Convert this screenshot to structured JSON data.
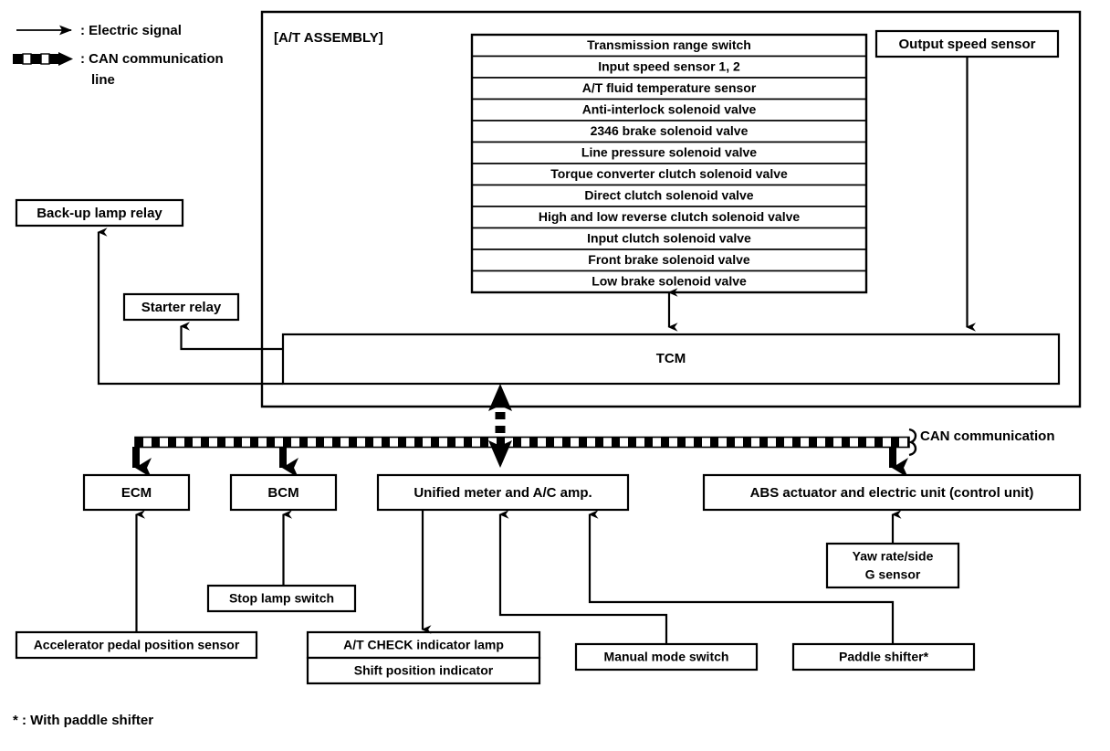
{
  "legend": {
    "electric_signal": ": Electric signal",
    "can_line_1": ": CAN communication",
    "can_line_2": "line"
  },
  "assembly": {
    "title": "[A/T ASSEMBLY]"
  },
  "component_list": {
    "items": [
      "Transmission range switch",
      "Input speed sensor 1, 2",
      "A/T fluid temperature sensor",
      "Anti-interlock solenoid valve",
      "2346 brake solenoid valve",
      "Line pressure solenoid valve",
      "Torque converter clutch solenoid valve",
      "Direct clutch solenoid valve",
      "High and low reverse clutch solenoid valve",
      "Input clutch solenoid valve",
      "Front brake solenoid valve",
      "Low brake solenoid valve"
    ]
  },
  "nodes": {
    "output_speed_sensor": "Output speed sensor",
    "tcm": "TCM",
    "backup_lamp_relay": "Back-up lamp relay",
    "starter_relay": "Starter relay",
    "ecm": "ECM",
    "bcm": "BCM",
    "unified_meter": "Unified meter and A/C amp.",
    "abs_actuator": "ABS actuator and electric unit (control unit)",
    "accelerator_pedal_sensor": "Accelerator pedal position sensor",
    "stop_lamp_switch": "Stop lamp switch",
    "at_check_indicator": "A/T CHECK indicator lamp",
    "shift_position_indicator": "Shift position indicator",
    "manual_mode_switch": "Manual mode switch",
    "yaw_rate_sensor_line1": "Yaw rate/side",
    "yaw_rate_sensor_line2": "G sensor",
    "paddle_shifter": "Paddle shifter*"
  },
  "bus": {
    "can_label": "CAN communication"
  },
  "footnote": {
    "text": "* : With paddle shifter"
  },
  "colors": {
    "line": "#000000",
    "fill": "#ffffff",
    "background": "#ffffff"
  }
}
